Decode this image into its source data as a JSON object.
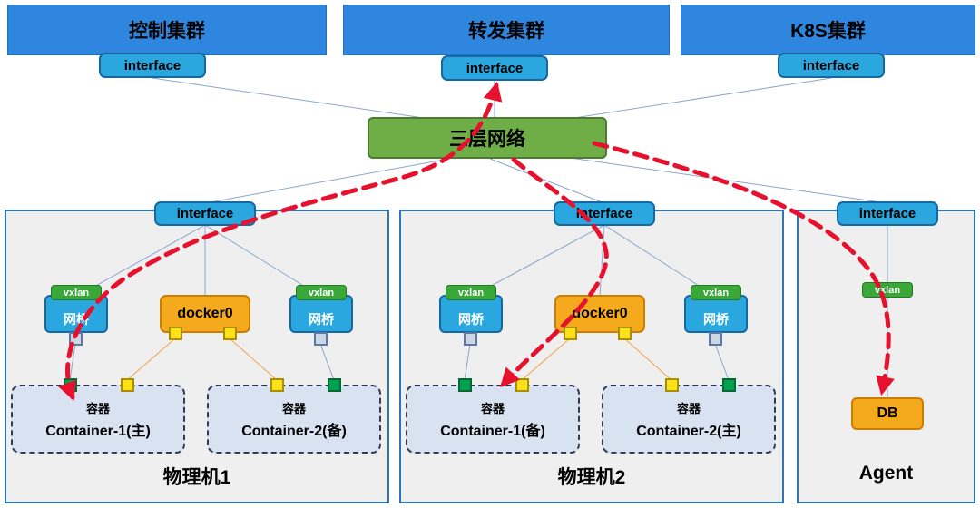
{
  "clusters": [
    {
      "label": "控制集群"
    },
    {
      "label": "转发集群"
    },
    {
      "label": "K8S集群"
    }
  ],
  "interface_label": "interface",
  "network_label": "三层网络",
  "vxlan_label": "vxlan",
  "bridge_label": "网桥",
  "docker_label": "docker0",
  "container_title": "容器",
  "hosts": [
    {
      "label": "物理机1",
      "containers": [
        {
          "name": "Container-1(主)"
        },
        {
          "name": "Container-2(备)"
        }
      ]
    },
    {
      "label": "物理机2",
      "containers": [
        {
          "name": "Container-1(备)"
        },
        {
          "name": "Container-2(主)"
        }
      ]
    }
  ],
  "agent": {
    "label": "Agent",
    "db_label": "DB"
  },
  "colors": {
    "cluster_blue": "#2E86DE",
    "interface_blue": "#2BA7E0",
    "network_green": "#6FAE46",
    "vxlan_green": "#3AA838",
    "docker_orange": "#F5A91C",
    "container_fill": "#D9E2F1",
    "panel_fill": "#EFEFEF",
    "panel_border": "#2E75B6",
    "red_arrow": "#E8112D",
    "yellow_port": "#FFE11A",
    "green_port": "#00A24E"
  }
}
